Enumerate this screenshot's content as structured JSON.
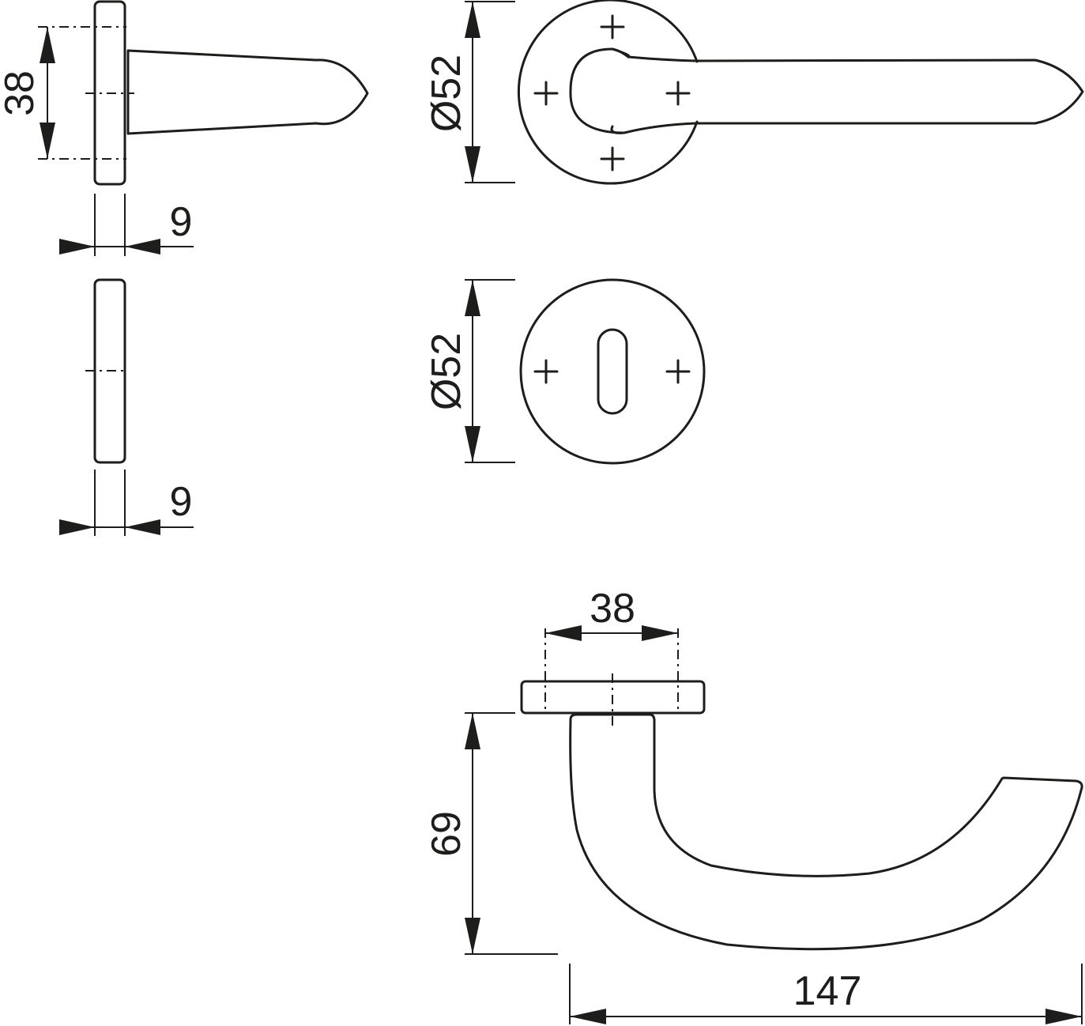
{
  "dimensions": {
    "side_rose_height": "38",
    "side_rose_thickness": "9",
    "side_escutcheon_thickness": "9",
    "rose_diameter": "Ø52",
    "escutcheon_diameter": "Ø52",
    "top_rose_width": "38",
    "lever_projection": "69",
    "lever_length": "147"
  }
}
